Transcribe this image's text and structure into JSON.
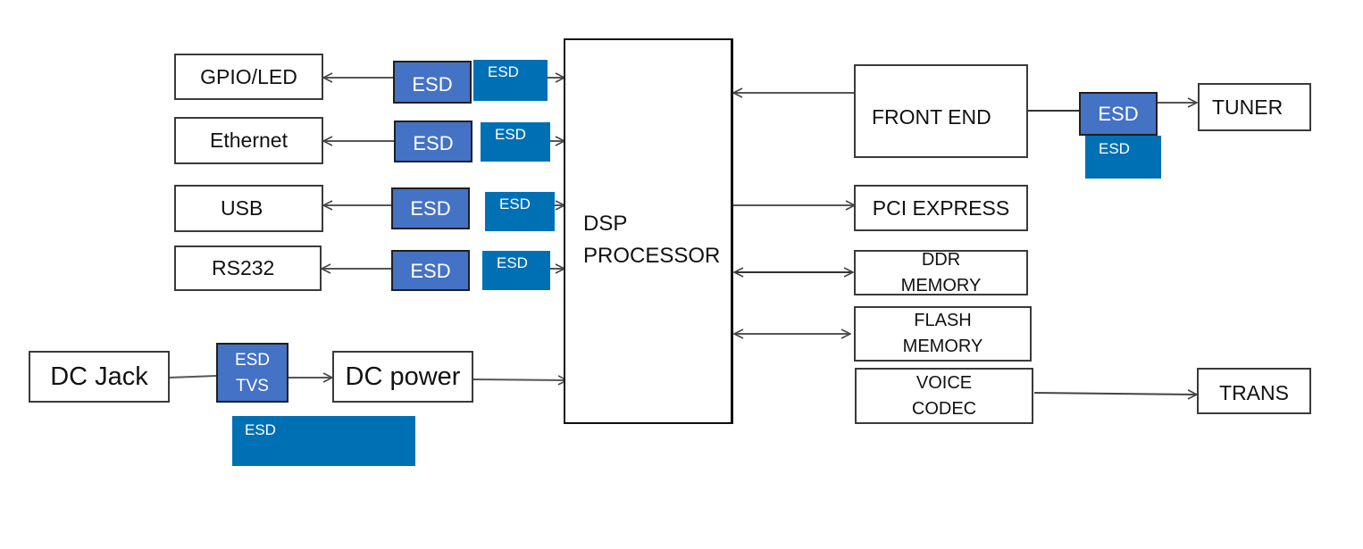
{
  "diagram": {
    "title": "DSP system block diagram with ESD protection",
    "colors": {
      "esd_component": "#4472c4",
      "esd_label_overlay": "#0070b5",
      "line": "#444444",
      "box_border": "#3a3a3a"
    },
    "processor": {
      "line1": "DSP",
      "line2": "PROCESSOR"
    },
    "left_blocks": [
      {
        "label": "GPIO/LED",
        "esd": "ESD",
        "tag": "ESD",
        "link": "bidirectional"
      },
      {
        "label": "Ethernet",
        "esd": "ESD",
        "tag": "ESD",
        "link": "bidirectional"
      },
      {
        "label": "USB",
        "esd": "ESD",
        "tag": "ESD",
        "link": "bidirectional"
      },
      {
        "label": "RS232",
        "esd": "ESD",
        "tag": "ESD",
        "link": "bidirectional"
      }
    ],
    "power_chain": {
      "source": "DC Jack",
      "protection": {
        "line1": "ESD",
        "line2": "TVS"
      },
      "supply": "DC power",
      "tag": "ESD"
    },
    "right_blocks": [
      {
        "label": "FRONT END",
        "direction": "to-processor"
      },
      {
        "label": "PCI EXPRESS",
        "direction": "from-processor"
      },
      {
        "line1": "DDR",
        "line2": "MEMORY",
        "direction": "bidirectional"
      },
      {
        "line1": "FLASH",
        "line2": "MEMORY",
        "direction": "bidirectional"
      },
      {
        "line1": "VOICE",
        "line2": "CODEC",
        "direction": "none"
      }
    ],
    "tuner_chain": {
      "esd": "ESD",
      "tag": "ESD",
      "target": "TUNER"
    },
    "trans": {
      "label": "TRANS"
    }
  }
}
